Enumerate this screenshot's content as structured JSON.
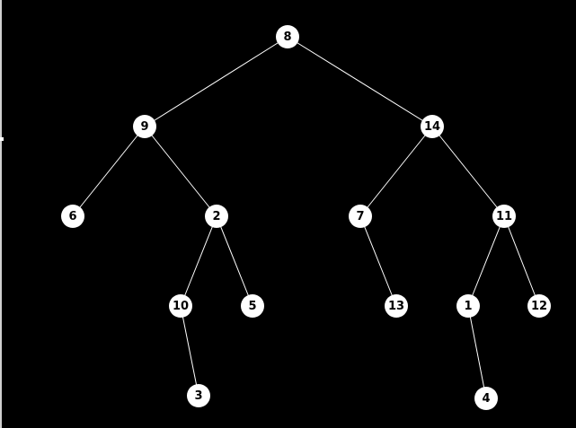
{
  "colors": {
    "background": "#000000",
    "edge": "#ffffff",
    "node_fill": "#ffffff",
    "node_text": "#000000"
  },
  "tree": {
    "nodes": [
      {
        "id": "n8",
        "label": "8"
      },
      {
        "id": "n9",
        "label": "9"
      },
      {
        "id": "n14",
        "label": "14"
      },
      {
        "id": "n6",
        "label": "6"
      },
      {
        "id": "n2",
        "label": "2"
      },
      {
        "id": "n7",
        "label": "7"
      },
      {
        "id": "n11",
        "label": "11"
      },
      {
        "id": "n10",
        "label": "10"
      },
      {
        "id": "n5",
        "label": "5"
      },
      {
        "id": "n13",
        "label": "13"
      },
      {
        "id": "n1",
        "label": "1"
      },
      {
        "id": "n12",
        "label": "12"
      },
      {
        "id": "n3",
        "label": "3"
      },
      {
        "id": "n4",
        "label": "4"
      }
    ],
    "edges": [
      [
        "n8",
        "n9"
      ],
      [
        "n8",
        "n14"
      ],
      [
        "n9",
        "n6"
      ],
      [
        "n9",
        "n2"
      ],
      [
        "n14",
        "n7"
      ],
      [
        "n14",
        "n11"
      ],
      [
        "n2",
        "n10"
      ],
      [
        "n2",
        "n5"
      ],
      [
        "n7",
        "n13"
      ],
      [
        "n11",
        "n1"
      ],
      [
        "n11",
        "n12"
      ],
      [
        "n10",
        "n3"
      ],
      [
        "n1",
        "n4"
      ]
    ]
  }
}
